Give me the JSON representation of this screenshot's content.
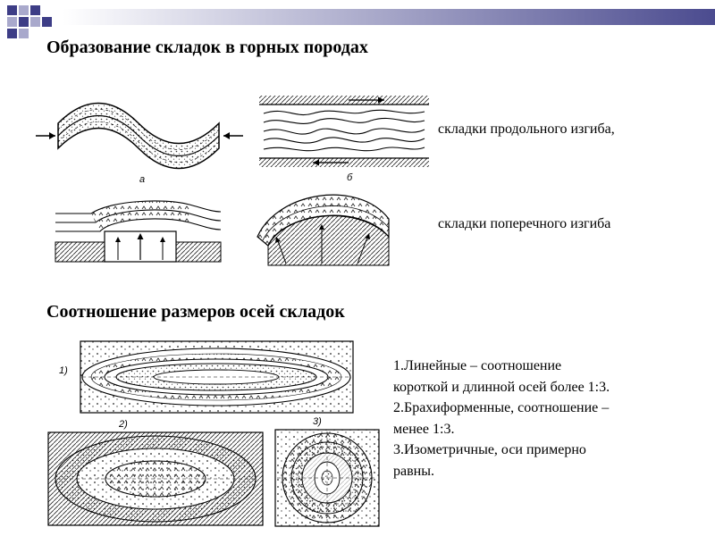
{
  "slide": {
    "title_top": "Образование складок в горных породах",
    "title_bottom": "Соотношение размеров осей складок"
  },
  "captions": {
    "longitudinal": "складки продольного изгиба,",
    "transverse": "складки поперечного изгиба"
  },
  "figure_labels": {
    "a": "а",
    "b": "б",
    "n1": "1)",
    "n2": "2)",
    "n3": "3)"
  },
  "notes": [
    "1.Линейные – соотношение",
    "короткой и длинной осей более 1:3.",
    "2.Брахиформенные, соотношение –",
    "менее 1:3.",
    "3.Изометричные, оси примерно",
    "равны."
  ]
}
